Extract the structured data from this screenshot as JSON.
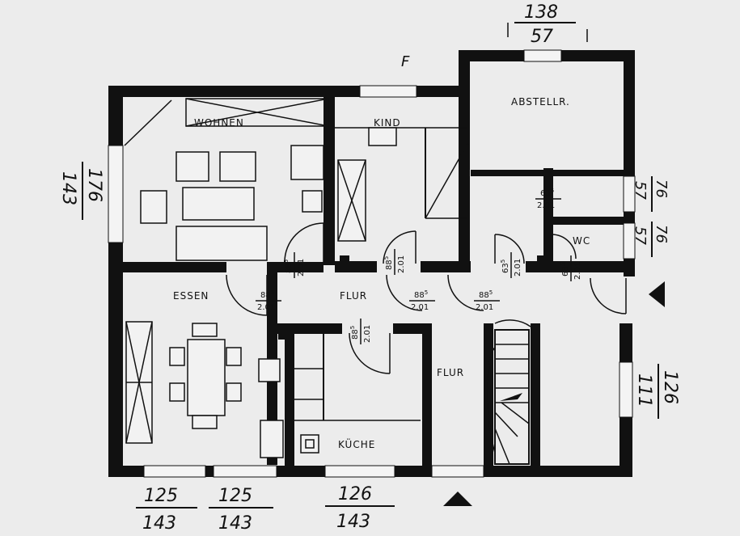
{
  "rooms": {
    "wohnen": "WOHNEN",
    "kind": "KIND",
    "abstell": "ABSTELLR.",
    "essen": "ESSEN",
    "flur_center": "FLUR",
    "flur_hall": "FLUR",
    "kueche": "KÜCHE",
    "wc": "WC"
  },
  "doors": [
    {
      "id": "door-wohnen",
      "num": "88",
      "sup": "5",
      "den": "2.01"
    },
    {
      "id": "door-kind",
      "num": "88",
      "sup": "5",
      "den": "2.01"
    },
    {
      "id": "door-essen",
      "num": "88",
      "sup": "5",
      "den": "2.01"
    },
    {
      "id": "door-flur1",
      "num": "88",
      "sup": "5",
      "den": "2.01"
    },
    {
      "id": "door-flur2",
      "num": "88",
      "sup": "5",
      "den": "2.01"
    },
    {
      "id": "door-kueche",
      "num": "88",
      "sup": "5",
      "den": "2.01"
    },
    {
      "id": "door-closet",
      "num": "63",
      "sup": "5",
      "den": "2.01"
    },
    {
      "id": "door-wc",
      "num": "63",
      "sup": "5",
      "den": "2.01"
    },
    {
      "id": "door-storage",
      "num": "63",
      "sup": "5",
      "den": "2.01"
    }
  ],
  "dimensions": {
    "top_num": "138",
    "top_den": "57",
    "left_num": "176",
    "left_den": "143",
    "right1_num": "76",
    "right1_den": "57",
    "right2_num": "76",
    "right2_den": "57",
    "right3_num": "126",
    "right3_den": "111",
    "bottom1_num": "125",
    "bottom1_den": "143",
    "bottom2_num": "125",
    "bottom2_den": "143",
    "bottom3_num": "126",
    "bottom3_den": "143"
  },
  "notes": {
    "top_mark": "F"
  },
  "icons": {
    "entrance_right": "triangle-left-icon",
    "entrance_bottom": "triangle-up-icon"
  }
}
